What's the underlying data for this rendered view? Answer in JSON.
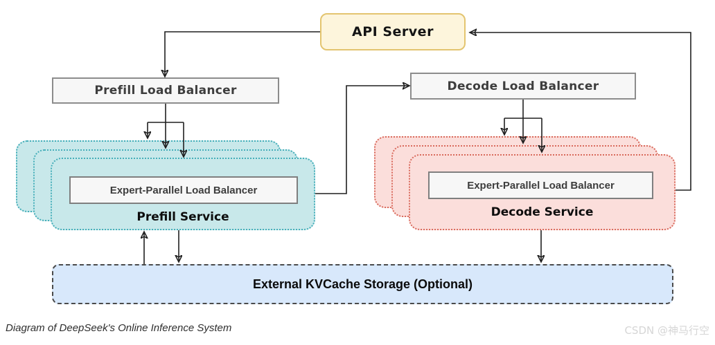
{
  "colors": {
    "api_fill": "#fdf5dc",
    "api_border": "#e3c46f",
    "lb_fill": "#f7f7f7",
    "lb_border": "#8c8c8c",
    "prefill_fill": "#c8e8ea",
    "prefill_border": "#44aeb9",
    "decode_fill": "#fbdedb",
    "decode_border": "#d96a5c",
    "kv_fill": "#d8e8fb",
    "kv_border": "#4a4a4a",
    "line": "#1f1f1f",
    "watermark": "#d6d6d6"
  },
  "nodes": {
    "api_server": {
      "label": "API Server"
    },
    "prefill_load_balancer": {
      "label": "Prefill Load Balancer"
    },
    "decode_load_balancer": {
      "label": "Decode Load Balancer"
    },
    "prefill_service": {
      "label": "Prefill Service",
      "inner_label": "Expert-Parallel Load Balancer",
      "replicas": 3
    },
    "decode_service": {
      "label": "Decode Service",
      "inner_label": "Expert-Parallel Load Balancer",
      "replicas": 3
    },
    "kvcache": {
      "label": "External KVCache Storage (Optional)"
    }
  },
  "edges": [
    "API Server -> Prefill Load Balancer",
    "Prefill Load Balancer -> Prefill Service (x3)",
    "Prefill Service -> Decode Load Balancer",
    "Decode Load Balancer -> Decode Service (x3)",
    "Decode Service -> API Server",
    "Prefill Service <-> External KVCache Storage",
    "Decode Service -> External KVCache Storage"
  ],
  "caption": "Diagram of DeepSeek's Online Inference System",
  "watermark": "CSDN @神马行空"
}
